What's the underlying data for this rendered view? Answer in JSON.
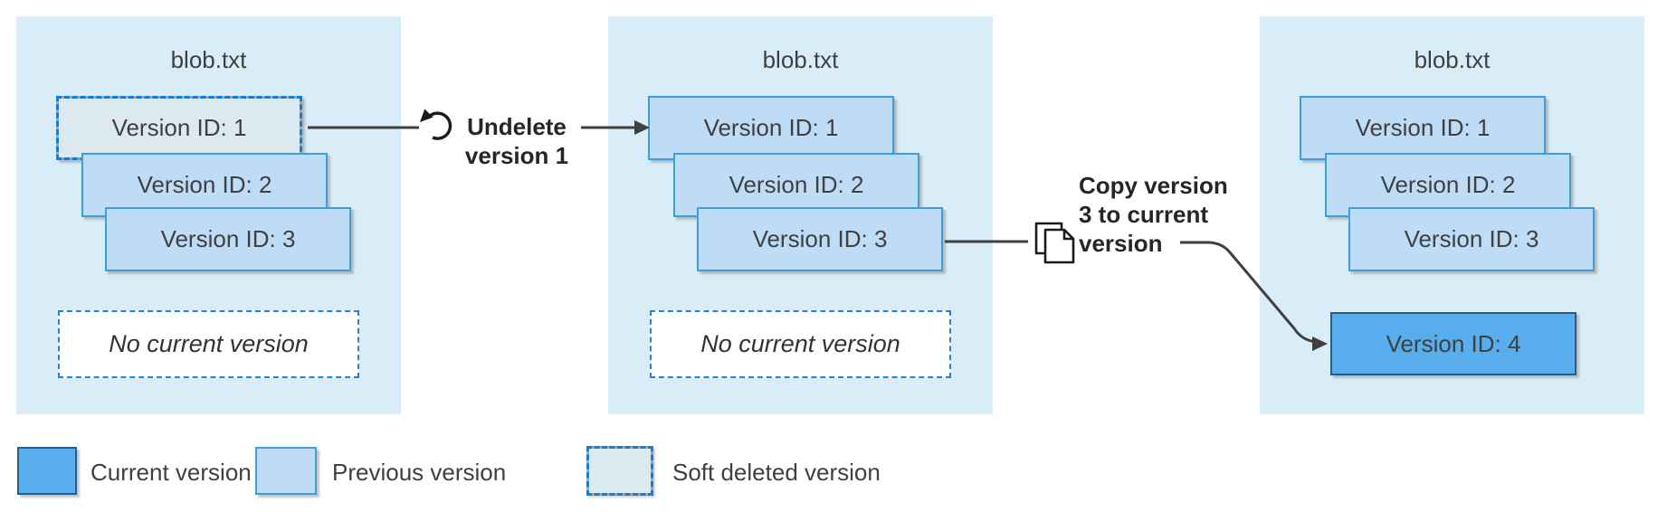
{
  "panels": [
    {
      "title": "blob.txt",
      "versions": [
        {
          "label": "Version ID: 1",
          "state": "soft-deleted"
        },
        {
          "label": "Version ID: 2",
          "state": "previous"
        },
        {
          "label": "Version ID: 3",
          "state": "previous"
        }
      ],
      "no_current": "No current version"
    },
    {
      "title": "blob.txt",
      "versions": [
        {
          "label": "Version ID: 1",
          "state": "previous"
        },
        {
          "label": "Version ID: 2",
          "state": "previous"
        },
        {
          "label": "Version ID: 3",
          "state": "previous"
        }
      ],
      "no_current": "No current version"
    },
    {
      "title": "blob.txt",
      "versions": [
        {
          "label": "Version ID: 1",
          "state": "previous"
        },
        {
          "label": "Version ID: 2",
          "state": "previous"
        },
        {
          "label": "Version ID: 3",
          "state": "previous"
        }
      ],
      "current_version": {
        "label": "Version ID: 4",
        "state": "current"
      }
    }
  ],
  "annotations": {
    "undelete": {
      "icon": "undo-icon",
      "line1": "Undelete",
      "line2": "version 1"
    },
    "copy": {
      "icon": "copy-icon",
      "line1": "Copy version",
      "line2": "3 to current",
      "line3": "version"
    }
  },
  "legend": [
    {
      "type": "current",
      "label": "Current version"
    },
    {
      "type": "previous",
      "label": "Previous version"
    },
    {
      "type": "soft-deleted",
      "label": "Soft deleted version"
    }
  ],
  "colors": {
    "panel_bg": "#d9edf8",
    "previous_fill": "#bedcf6",
    "previous_border": "#3e9edb",
    "current_fill": "#58adec",
    "current_border": "#2b5c88",
    "soft_fill": "#dde9f1",
    "soft_dash_blue": "#0f7fd8",
    "soft_dash_gray": "#a6a6a6",
    "no_current_border": "#2b7fd4",
    "connector": "#404040",
    "text": "#404040",
    "annotation_text": "#262626"
  }
}
